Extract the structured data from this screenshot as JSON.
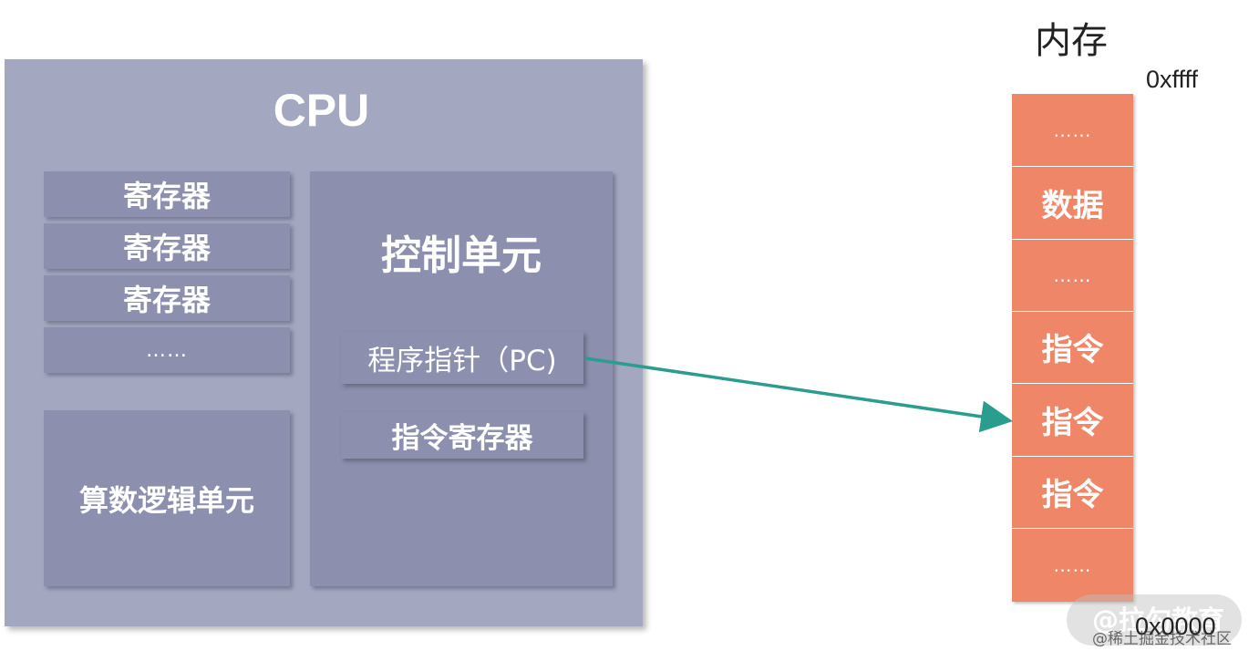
{
  "cpu": {
    "title": "CPU",
    "registers": [
      "寄存器",
      "寄存器",
      "寄存器",
      "……"
    ],
    "alu_label": "算数逻辑单元",
    "control_unit": {
      "title": "控制单元",
      "program_counter": "程序指针（PC)",
      "instruction_register": "指令寄存器"
    }
  },
  "memory": {
    "title": "内存",
    "addr_top": "0xffff",
    "addr_bottom": "0x0000",
    "cells": [
      "……",
      "数据",
      "……",
      "指令",
      "指令",
      "指令",
      "……"
    ]
  },
  "watermark": {
    "main": "@拉勾教育",
    "sub": "@稀土掘金技术社区"
  },
  "colors": {
    "cpu_bg": "#a4a7c0",
    "unit_bg": "#8c8fad",
    "memory_bg": "#f08668",
    "arrow": "#2a9d8f"
  }
}
